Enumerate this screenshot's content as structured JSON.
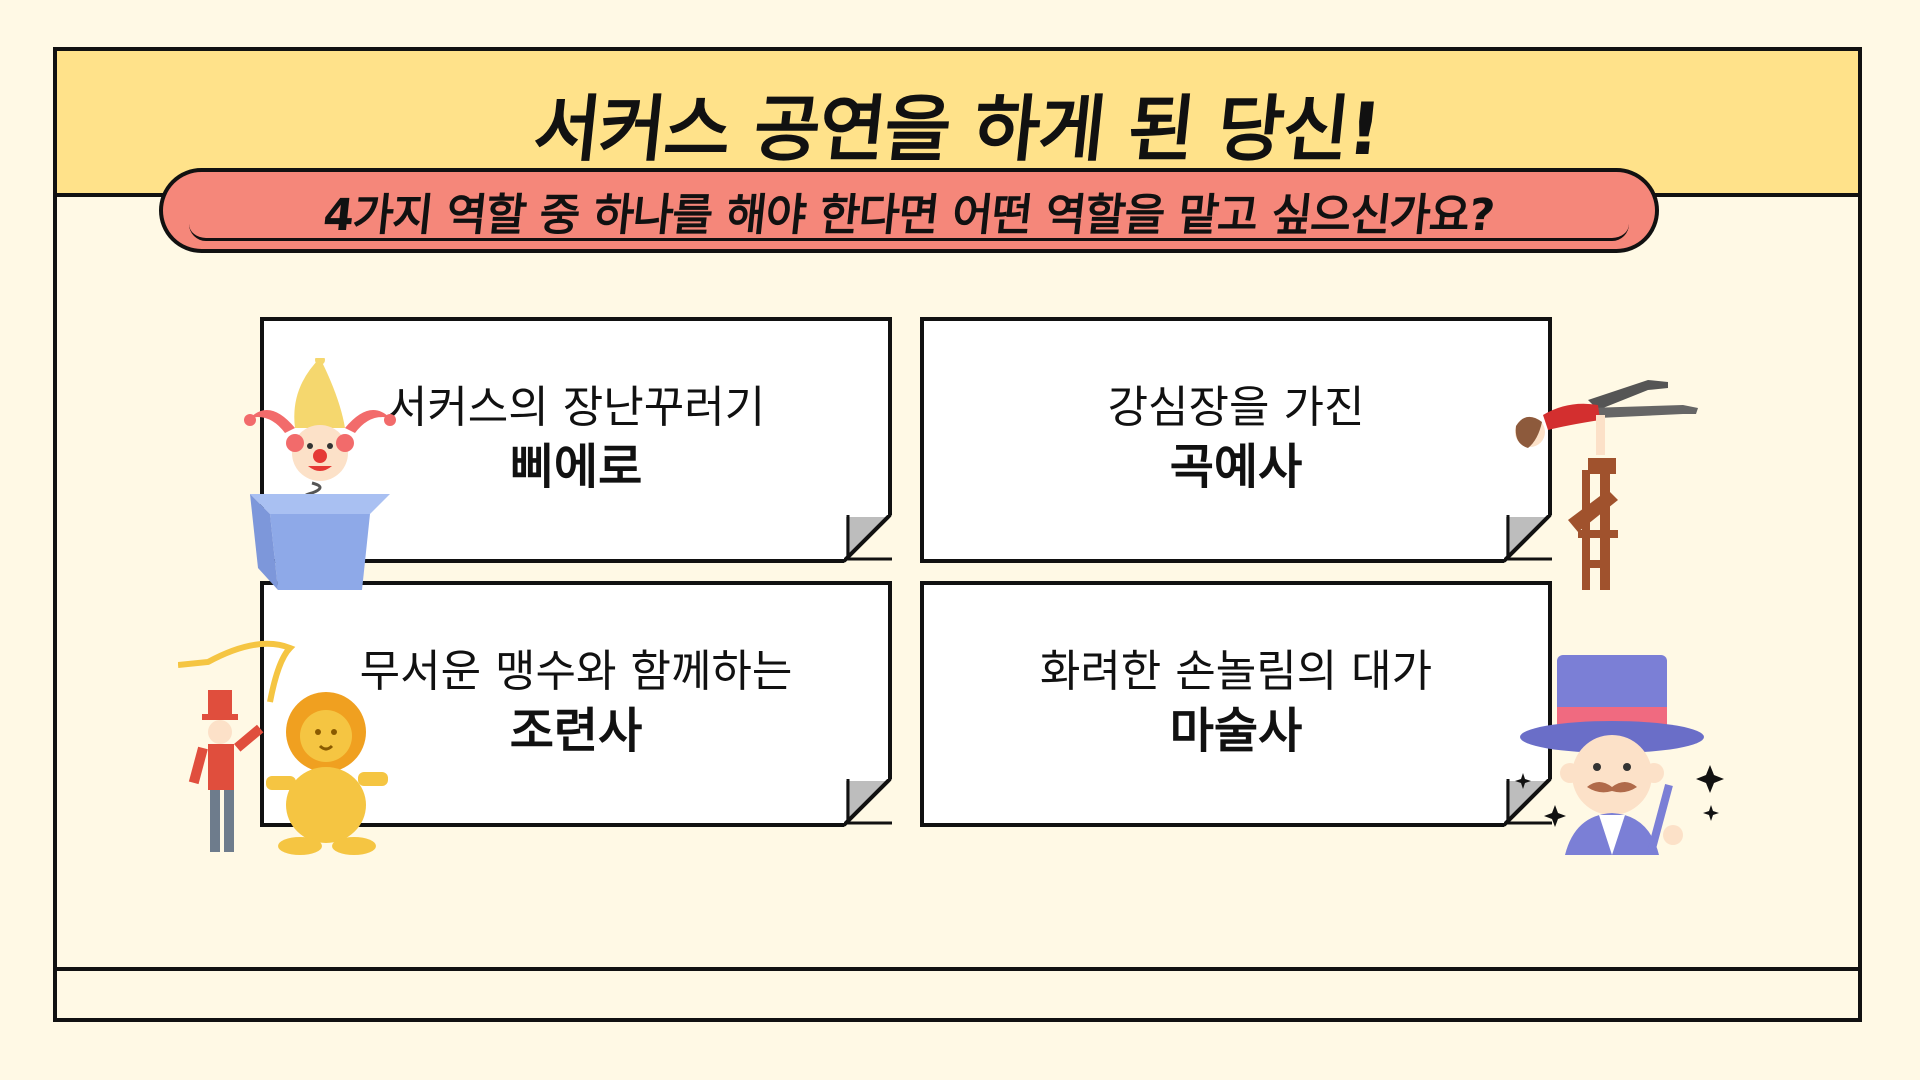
{
  "header": {
    "title": "서커스 공연을 하게 된 당신!"
  },
  "question": {
    "text": "4가지 역할 중 하나를 해야 한다면 어떤 역할을 맡고 싶으신가요?"
  },
  "cards": [
    {
      "subtitle": "서커스의 장난꾸러기",
      "role": "삐에로",
      "icon": "jester-in-box-icon"
    },
    {
      "subtitle": "강심장을 가진",
      "role": "곡예사",
      "icon": "acrobat-on-chair-icon"
    },
    {
      "subtitle": "무서운 맹수와 함께하는",
      "role": "조련사",
      "icon": "lion-tamer-icon"
    },
    {
      "subtitle": "화려한 손놀림의 대가",
      "role": "마술사",
      "icon": "magician-icon"
    }
  ],
  "colors": {
    "background": "#FFF9E5",
    "header": "#FFE28A",
    "pill": "#F5877A",
    "border": "#111111"
  }
}
